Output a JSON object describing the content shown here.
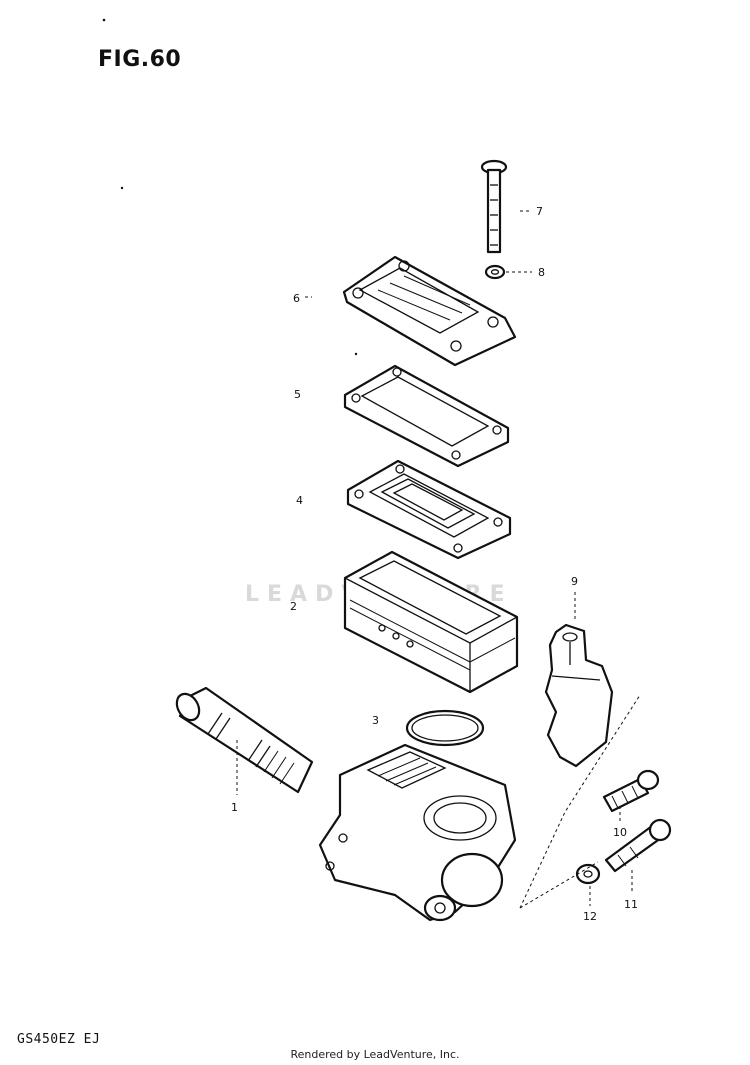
{
  "figure": {
    "title": "FIG.60",
    "model_code": "GS450EZ EJ",
    "footer": "Rendered by LeadVenture, Inc.",
    "watermark": "LEADVENTURE"
  },
  "callouts": {
    "c1": "1",
    "c2": "2",
    "c3": "3",
    "c4": "4",
    "c5": "5",
    "c6": "6",
    "c7": "7",
    "c8": "8",
    "c9": "9",
    "c10": "10",
    "c11": "11",
    "c12": "12"
  }
}
